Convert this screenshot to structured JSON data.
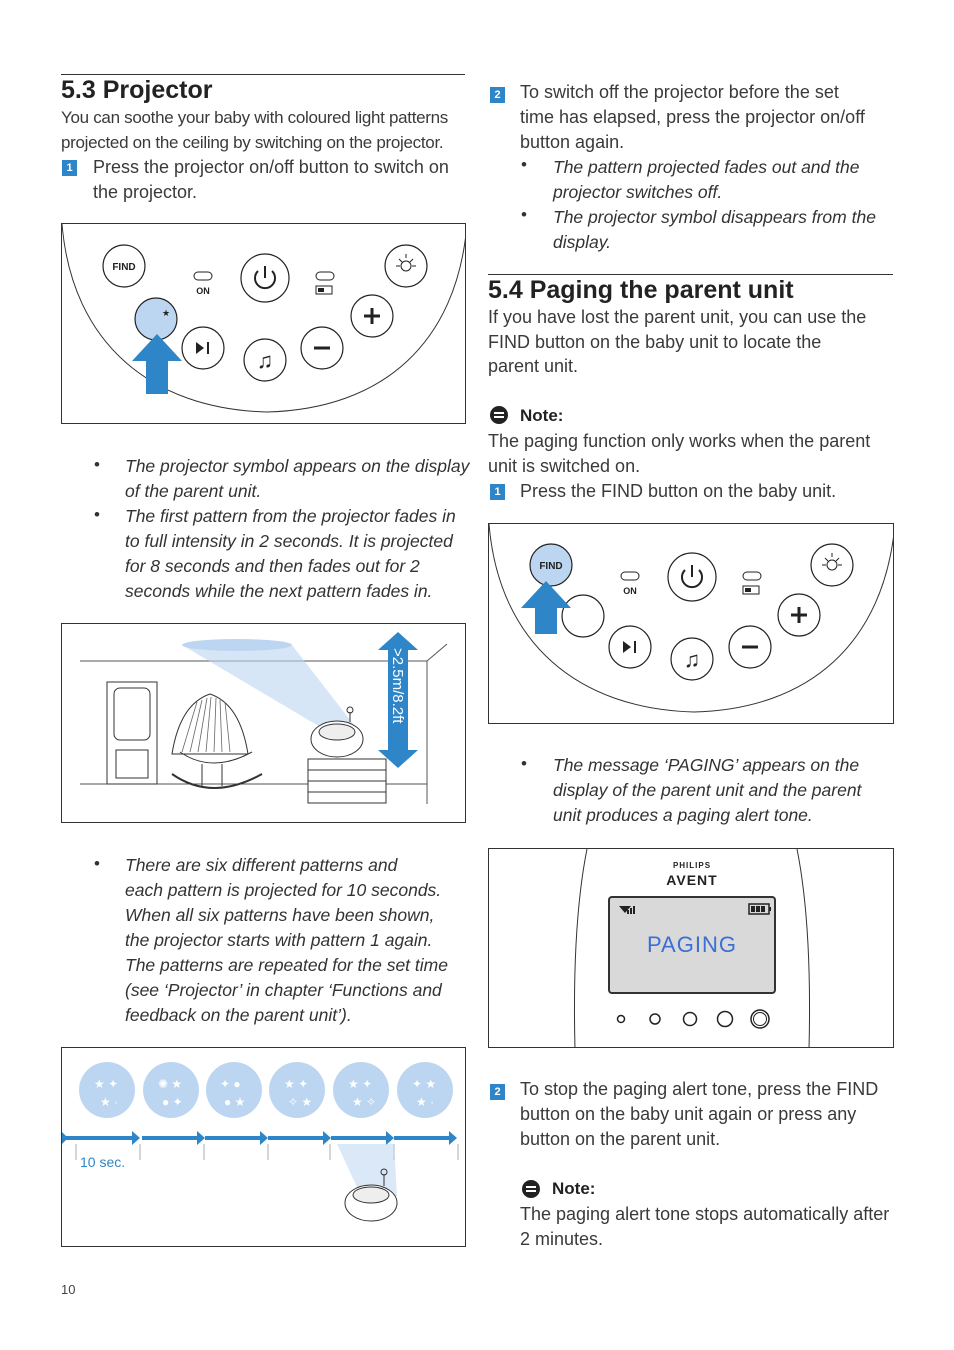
{
  "left": {
    "section_title": "5.3  Projector",
    "intro_line1": "You can soothe your baby with coloured light patterns",
    "intro_line2": "projected on the ceiling by switching on the projector.",
    "step1_num": "1",
    "step1_line1": "Press the projector on/off button to switch on",
    "step1_line2": "the projector.",
    "bullets_a": [
      [
        "The projector symbol appears on the display",
        "of the parent unit."
      ],
      [
        "The first pattern from the projector fades in",
        "to full intensity in 2 seconds. It is projected",
        "for 8 seconds and then fades out for 2",
        "seconds while the next pattern fades in."
      ]
    ],
    "height_label": ">2.5m/8.2ft",
    "bullets_b": [
      [
        "There are six different patterns and",
        "each pattern is projected for 10 seconds.",
        "When all six patterns have been shown,",
        "the projector starts with pattern 1 again.",
        "The patterns are repeated for the set time",
        "(see ‘Projector’ in chapter ‘Functions and",
        "feedback on the parent unit’)."
      ]
    ],
    "timeline_label": "10 sec."
  },
  "right": {
    "step2_num": "2",
    "step2_line1": "To switch off the projector before the set",
    "step2_line2": "time has elapsed, press the projector on/off",
    "step2_line3": "button again.",
    "bullets_c": [
      [
        "The pattern projected fades out and the",
        "projector switches off."
      ],
      [
        "The projector symbol disappears from the",
        "display."
      ]
    ],
    "section_title": "5.4  Paging the parent unit",
    "intro_line1": "If you have lost the parent unit, you can use the",
    "intro_line2": "FIND button on the baby unit to locate the",
    "intro_line3": "parent unit.",
    "note1_heading": "Note:",
    "note1_line1": "The paging function only works when the parent",
    "note1_line2": "unit is switched on.",
    "step1_num": "1",
    "step1_text": "Press the FIND button on the baby unit.",
    "bullets_d": [
      [
        "The message ‘PAGING’ appears on the",
        "display of the parent unit and the parent",
        "unit produces a paging alert tone."
      ]
    ],
    "brand_top": "PHILIPS",
    "brand_main": "AVENT",
    "display_text": "PAGING",
    "step2b_line1": "To stop the paging alert tone, press the FIND",
    "step2b_line2": "button on the baby unit again or press any",
    "step2b_line3": "button on the parent unit.",
    "note2_heading": "Note:",
    "note2_line1": "The paging alert tone stops automatically after",
    "note2_line2": "2 minutes."
  },
  "panel": {
    "find_label": "FIND",
    "on_label": "ON"
  },
  "page_number": "10",
  "colors": {
    "accent_blue": "#2e86c8",
    "light_blue": "#bcd6f2",
    "display_text_blue": "#3b6fd6"
  }
}
